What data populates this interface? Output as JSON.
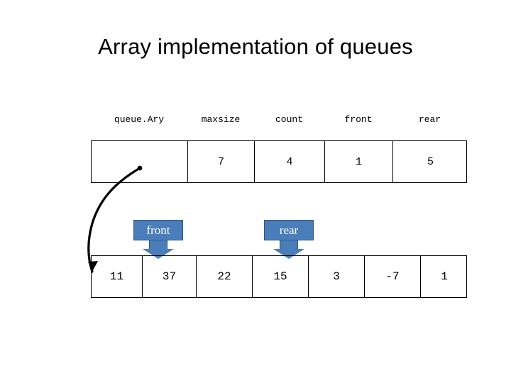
{
  "slide": {
    "title": "Array implementation of queues"
  },
  "struct": {
    "headers": [
      "queue.Ary",
      "maxsize",
      "count",
      "front",
      "rear"
    ],
    "values": [
      "",
      "7",
      "4",
      "1",
      "5"
    ]
  },
  "array": {
    "cells": [
      "11",
      "37",
      "22",
      "15",
      "3",
      "-7",
      "1"
    ]
  },
  "callouts": [
    {
      "label": "front",
      "color": "#4a7ebb"
    },
    {
      "label": "rear",
      "color": "#4a7ebb"
    }
  ]
}
